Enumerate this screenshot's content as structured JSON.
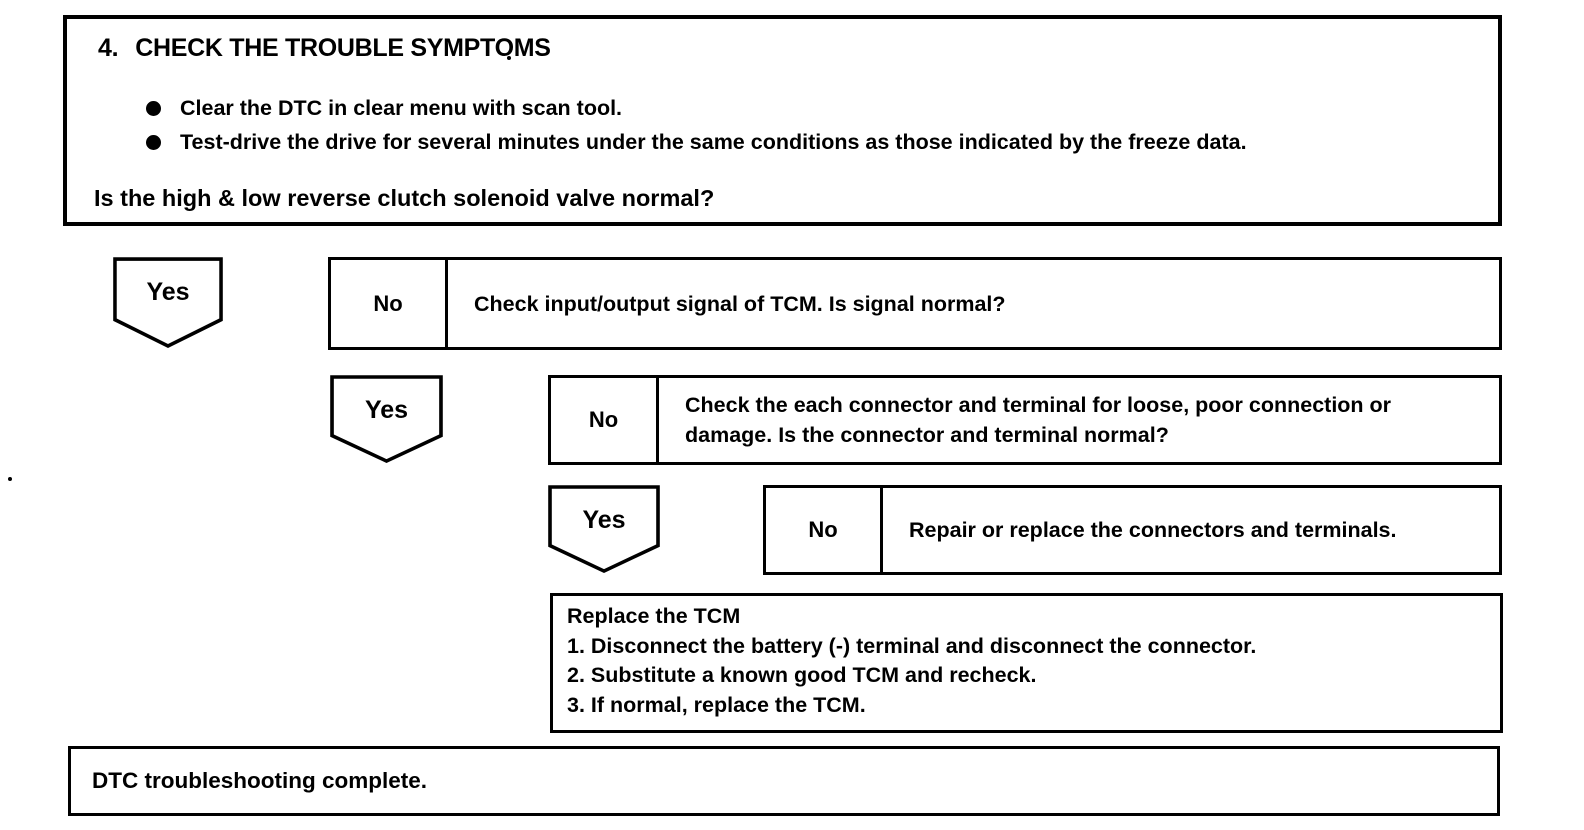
{
  "colors": {
    "ink": "#000000",
    "paper": "#ffffff"
  },
  "question_box": {
    "step_number": "4.",
    "title": "CHECK THE TROUBLE SYMPTOMS",
    "bullets": [
      "Clear the DTC in clear menu with scan tool.",
      "Test-drive the drive for several minutes under the same conditions as those indicated by the freeze data."
    ],
    "question": "Is the high & low reverse clutch solenoid valve normal?"
  },
  "flow": {
    "steps": [
      {
        "yes_label": "Yes",
        "no_label": "No",
        "text": "Check input/output signal of TCM. Is signal normal?"
      },
      {
        "yes_label": "Yes",
        "no_label": "No",
        "text": "Check the each connector and terminal for loose, poor connection or damage. Is the connector and terminal normal?"
      },
      {
        "yes_label": "Yes",
        "no_label": "No",
        "text": "Repair or replace the connectors and terminals."
      }
    ],
    "replace_tcm_box": {
      "title": "Replace the TCM",
      "steps": [
        "1. Disconnect the battery (-) terminal and disconnect the connector.",
        "2. Substitute a known good TCM and recheck.",
        "3. If normal, replace the TCM."
      ]
    },
    "complete_box": {
      "text": "DTC troubleshooting complete."
    }
  }
}
